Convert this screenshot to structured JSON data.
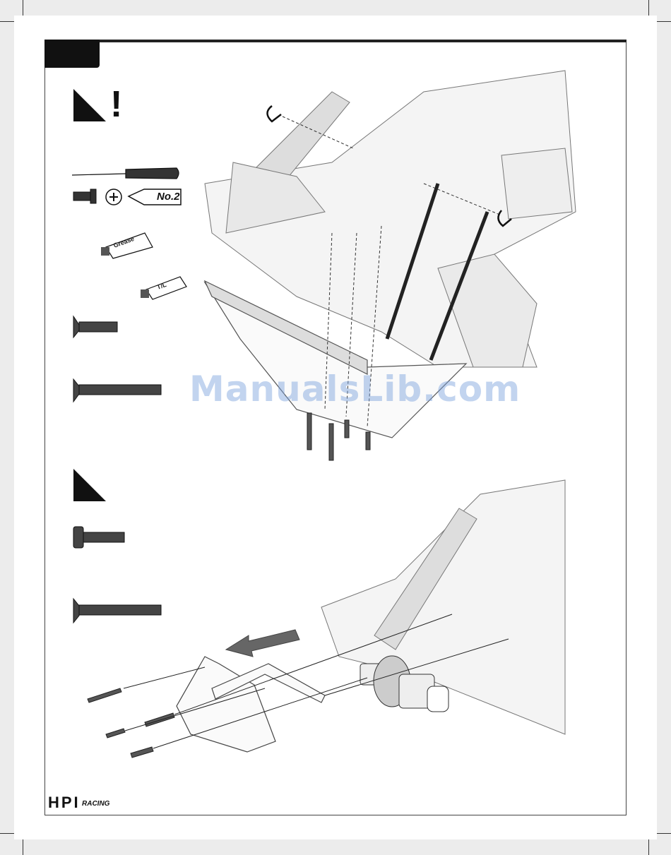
{
  "tools": {
    "no2_label": "No.2",
    "grease_label": "Grease",
    "threadlock_label": "T/L"
  },
  "warning_mark": "!",
  "watermark": "ManualsLib.com",
  "logo": {
    "main": "HPI",
    "sub": "RACING"
  },
  "colors": {
    "step_tab": "#111111",
    "frame": "#444444",
    "watermark": "#78a0dc"
  }
}
